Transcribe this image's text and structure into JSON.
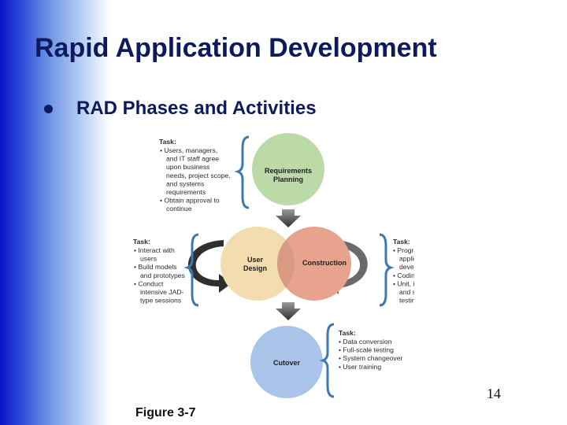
{
  "slide": {
    "title": "Rapid Application Development",
    "bullet": "RAD Phases and Activities",
    "page_number": "14",
    "figure_caption": "Figure 3-7"
  },
  "diagram": {
    "phases": {
      "requirements": [
        "Requirements",
        "Planning"
      ],
      "user_design": [
        "User",
        "Design"
      ],
      "construction": [
        "Construction"
      ],
      "cutover": [
        "Cutover"
      ]
    },
    "tasks": {
      "planning": {
        "heading": "Task:",
        "lines": [
          "• Users, managers,",
          "and IT staff agree",
          "upon business",
          "needs, project scope,",
          "and systems",
          "requirements",
          "• Obtain approval to",
          "continue"
        ]
      },
      "design": {
        "heading": "Task:",
        "lines": [
          "• Interact with",
          "users",
          "• Build models",
          "and prototypes",
          "• Conduct",
          "intensive JAD-",
          "type sessions"
        ]
      },
      "construction": {
        "heading": "Task:",
        "lines": [
          "• Program and",
          "application",
          "development",
          "• Coding",
          "• Unit, integration,",
          "and system",
          "testing"
        ]
      },
      "cutover": {
        "heading": "Task:",
        "lines": [
          "• Data conversion",
          "• Full-scale testing",
          "• System changeover",
          "• User training"
        ]
      }
    },
    "colors": {
      "requirements_fill": "#bcd9a8",
      "user_design_fill": "#f3dcb0",
      "construction_fill": "#e8a38f",
      "overlap_fill": "#d99a84",
      "cutover_fill": "#a9c4e8",
      "brace": "#3f78b0",
      "arrow": "#3c3c3c"
    }
  }
}
